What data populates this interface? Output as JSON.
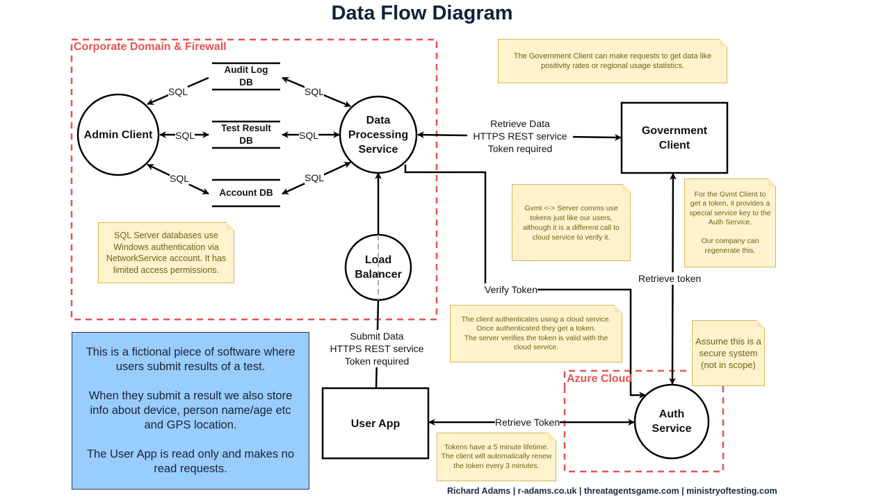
{
  "title": "Data Flow Diagram",
  "zones": {
    "corporate": "Corporate Domain & Firewall",
    "azure": "Azure Cloud"
  },
  "nodes": {
    "admin_client": "Admin Client",
    "data_processing": "Data\nProcessing\nService",
    "load_balancer": "Load\nBalancer",
    "government_client": "Government\nClient",
    "user_app": "User App",
    "auth_service": "Auth\nService"
  },
  "datastores": {
    "audit_log": "Audit Log\nDB",
    "test_result": "Test Result\nDB",
    "account": "Account DB"
  },
  "edges": {
    "sql_admin_audit": "SQL",
    "sql_admin_test": "SQL",
    "sql_admin_account": "SQL",
    "sql_dps_audit": "SQL",
    "sql_dps_test": "SQL",
    "sql_dps_account": "SQL",
    "retrieve_data": "Retrieve Data\nHTTPS REST service\nToken required",
    "submit_data": "Submit Data\nHTTPS REST service\nToken required",
    "verify_token": "Verify Token",
    "retrieve_token_gov": "Retrieve token",
    "retrieve_token_user": "Retrieve Token"
  },
  "notes": {
    "government_requests": "The Government Client can make requests to get data like\npositivity rates or regional usage statistics.",
    "gvmt_server_comms": "Gvmt <-> Server comms use\ntokens just like our users,\nalthough it is a different call to\ncloud service to verify it.",
    "gvmt_token": "For the Gvmt Client to\nget a token, it provides a\nspecial service key to the\nAuth Service.\n\nOur company can\nregenerate this.",
    "sql_server": "SQL Server databases use\nWindows authentication via\nNetworkService account. It has\nlimited access permissions.",
    "client_auth": "The client authenticates using a cloud service.\nOnce authenticated they get a token.\nThe server verifies the token is valid with the\ncloud service.",
    "secure_system": "Assume this is a\nsecure system\n(not in scope)",
    "token_lifetime": "Tokens have a 5 minute lifetime.\nThe client will automatically renew\nthe token every 3 minutes."
  },
  "info_box": "This is a fictional piece of software where\nusers submit results of a test.\n\nWhen they submit a result we also store\ninfo about device, person name/age etc\nand GPS location.\n\nThe User App is read only and makes no\nread requests.",
  "footer": "Richard Adams | r-adams.co.uk | threatagentsgame.com | ministryoftesting.com",
  "colors": {
    "zone_border": "#e8524f",
    "note_fill": "#fff2cc",
    "note_border": "#d6b656",
    "info_fill": "#99ccff",
    "title": "#0f2138"
  }
}
